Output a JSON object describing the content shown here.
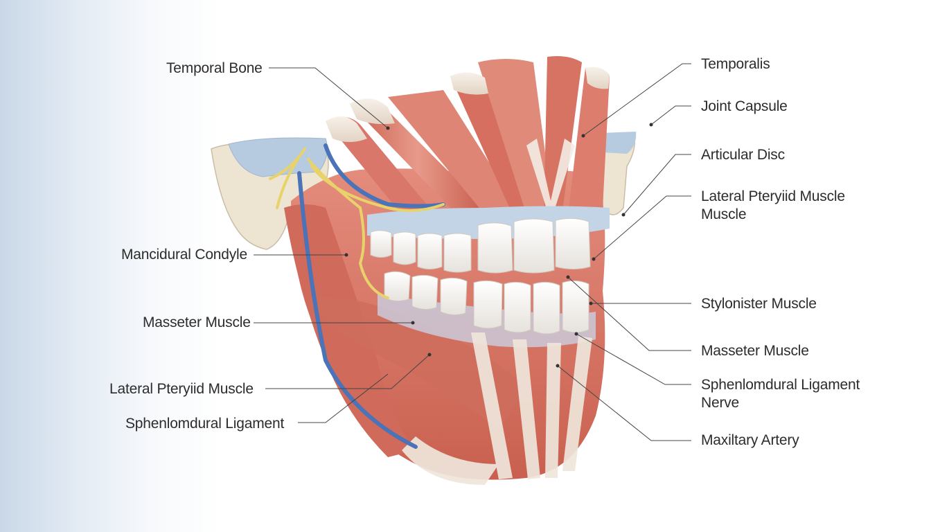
{
  "labels_left": [
    {
      "id": "temporal-bone",
      "text": "Temporal Bone"
    },
    {
      "id": "mandibular-condyle",
      "text": "Mancidural Condyle"
    },
    {
      "id": "masseter-muscle-left",
      "text": "Masseter Muscle"
    },
    {
      "id": "lateral-pterygoid-left",
      "text": "Lateral Pteryiid Muscle"
    },
    {
      "id": "sphenomandibular-left",
      "text": "Sphenlomdural Ligament"
    }
  ],
  "labels_right": [
    {
      "id": "temporalis",
      "text": "Temporalis"
    },
    {
      "id": "joint-capsule",
      "text": "Joint Capsule"
    },
    {
      "id": "articular-disc",
      "text": "Articular Disc"
    },
    {
      "id": "lateral-pterygoid-right",
      "text": "Lateral Pteryiid Muscle\nMuscle"
    },
    {
      "id": "stylonister-muscle",
      "text": "Stylonister Muscle"
    },
    {
      "id": "masseter-muscle-right",
      "text": "Masseter Muscle"
    },
    {
      "id": "sphenomandibular-right",
      "text": "Sphenlomdural Ligament\nNerve"
    },
    {
      "id": "maxillary-artery",
      "text": "Maxiltary Artery"
    }
  ],
  "colors": {
    "muscle": "#d9786a",
    "muscle_dark": "#b8564a",
    "muscle_light": "#eea596",
    "tendon": "#f3ebe2",
    "bone": "#eee6d6",
    "cartilage": "#b9cde3",
    "tooth": "#f8f6f2",
    "artery": "#4a73b8",
    "nerve": "#e8d36a",
    "leader": "#444444"
  }
}
